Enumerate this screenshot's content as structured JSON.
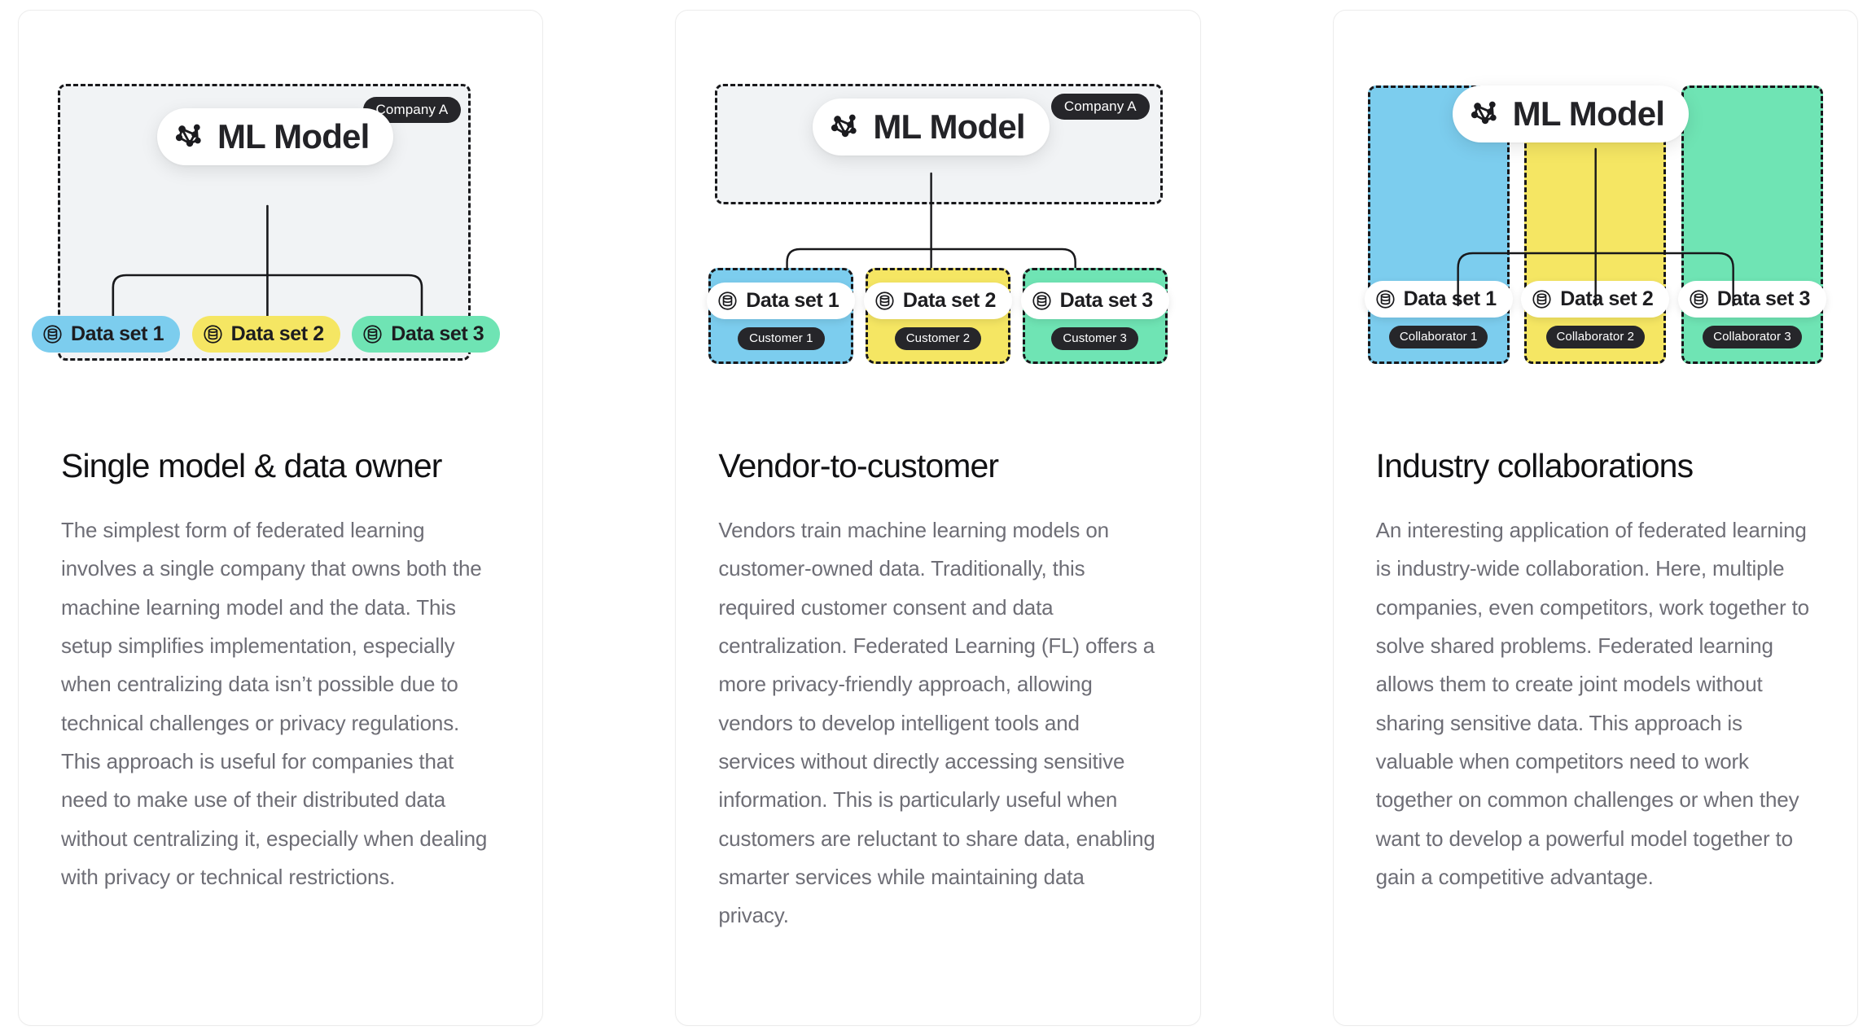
{
  "theme": {
    "page_bg": "#ffffff",
    "card_bg": "#ffffff",
    "card_border": "#ececec",
    "dash_stroke": "#18181b",
    "panel_fill": "#f1f3f5",
    "badge_bg": "#26262a",
    "badge_text": "#ffffff",
    "title_color": "#111113",
    "body_color": "#6e6e76",
    "blue": "#7ccdee",
    "yellow": "#f5e663",
    "green": "#6fe4b4"
  },
  "shared": {
    "model_label": "ML Model",
    "model_icon": "neural-network-icon",
    "dataset_icon": "database-icon",
    "dataset_labels": [
      "Data set 1",
      "Data set 2",
      "Data set 3"
    ]
  },
  "cards": [
    {
      "id": "single-model-data-owner",
      "title": "Single model & data owner",
      "paragraph": "The simplest form of federated learning involves a single company that owns both the machine learning model and the data. This setup simplifies implementation, especially when centralizing data isn’t possible due to technical challenges or privacy regulations. This approach is useful for companies that need to make use of their distributed data without centralizing it, especially when dealing with privacy or technical restrictions.",
      "diagram": {
        "kind": "single-owner",
        "owner_badge": "Company A",
        "model_label": "ML Model",
        "datasets": [
          {
            "label": "Data set 1",
            "color": "#7ccdee",
            "owner": null
          },
          {
            "label": "Data set 2",
            "color": "#f5e663",
            "owner": null
          },
          {
            "label": "Data set 3",
            "color": "#6fe4b4",
            "owner": null
          }
        ]
      }
    },
    {
      "id": "vendor-to-customer",
      "title": "Vendor-to-customer",
      "paragraph": "Vendors train machine learning models on customer-owned data. Traditionally, this required customer consent and data centralization. Federated Learning (FL) offers a more privacy-friendly approach, allowing vendors to develop intelligent tools and services without directly accessing sensitive information. This is particularly useful when customers are reluctant to share data, enabling smarter services while maintaining data privacy.",
      "diagram": {
        "kind": "vendor-customer",
        "owner_badge": "Company A",
        "model_label": "ML Model",
        "datasets": [
          {
            "label": "Data set 1",
            "color": "#7ccdee",
            "owner": "Customer 1"
          },
          {
            "label": "Data set 2",
            "color": "#f5e663",
            "owner": "Customer 2"
          },
          {
            "label": "Data set 3",
            "color": "#6fe4b4",
            "owner": "Customer 3"
          }
        ]
      }
    },
    {
      "id": "industry-collaborations",
      "title": "Industry collaborations",
      "paragraph": "An interesting application of federated learning is industry-wide collaboration. Here, multiple companies, even competitors, work together to solve shared problems. Federated learning allows them to create joint models without sharing sensitive data. This approach is valuable when competitors need to work together on common challenges or when they want to develop a powerful model together to gain a competitive advantage.",
      "diagram": {
        "kind": "collaboration",
        "owner_badge": null,
        "model_label": "ML Model",
        "datasets": [
          {
            "label": "Data set 1",
            "color": "#7ccdee",
            "owner": "Collaborator 1"
          },
          {
            "label": "Data set 2",
            "color": "#f5e663",
            "owner": "Collaborator 2"
          },
          {
            "label": "Data set 3",
            "color": "#6fe4b4",
            "owner": "Collaborator 3"
          }
        ]
      }
    }
  ]
}
